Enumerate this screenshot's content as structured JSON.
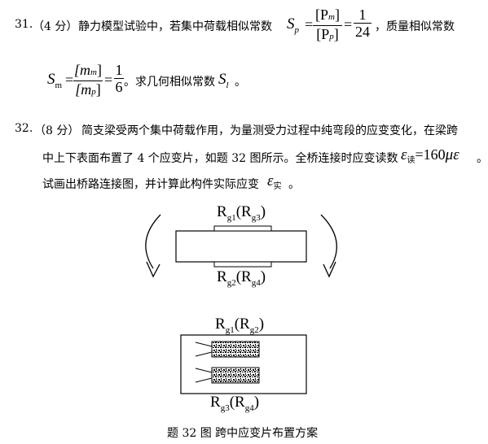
{
  "q31": {
    "number": "31.",
    "points": "（4 分）",
    "text_a": "静力模型试验中，若集中荷载相似常数",
    "sp_sym": "S",
    "sp_sub": "p",
    "pm_num": "[P",
    "pm_sub": "m",
    "pp_den": "[P",
    "pp_sub": "p",
    "close_br": "]",
    "one": "1",
    "den24": "24",
    "text_b": "，质量相似常数",
    "sm_sym": "S",
    "sm_sub": "m",
    "mm_num": "[m",
    "mm_sub": "m",
    "mp_den": "[m",
    "mp_sub": "p",
    "six": "6",
    "text_c": "。求几何相似常数",
    "sl_sym": "S",
    "sl_sub": "l",
    "period": "。"
  },
  "q32": {
    "number": "32.",
    "points": "（8 分）",
    "line1": "简支梁受两个集中荷载作用，为量测受力过程中纯弯段的应变变化，在梁跨",
    "line2": "中上下表面布置了 4 个应变片，如题 32 图所示。全桥连接时应变读数",
    "eps": "ε",
    "eps_read_sub": "读",
    "reading": "=160",
    "mu_eps": "με",
    "line2_end": "。",
    "line3": "试画出桥路连接图，并计算此构件实际应变",
    "eps_real_sub": "实",
    "line3_end": "。"
  },
  "figure": {
    "label_top": [
      "R",
      "g1",
      "(R",
      "g3",
      ")"
    ],
    "label_bottom": [
      "R",
      "g2",
      "(R",
      "g4",
      ")"
    ],
    "label_plan_top": [
      "R",
      "g1",
      "(R",
      "g2",
      ")"
    ],
    "label_plan_bottom": [
      "R",
      "g3",
      "(R",
      "g4",
      ")"
    ],
    "caption": "题 32 图  跨中应变片布置方案"
  }
}
